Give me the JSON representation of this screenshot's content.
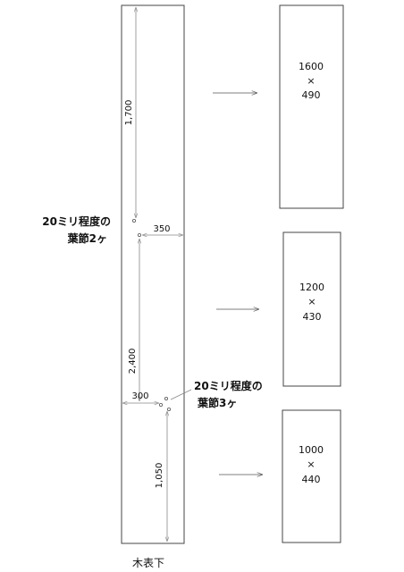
{
  "log": {
    "caption": "木表下",
    "dimensions": {
      "top_section": "1,700",
      "middle_section": "2,400",
      "bottom_section": "1,050",
      "upper_knot_offset": "350",
      "lower_knot_offset": "300"
    },
    "knot_notes": {
      "upper": [
        "20ミリ程度の",
        "葉節2ヶ"
      ],
      "lower": [
        "20ミリ程度の",
        "葉節3ヶ"
      ]
    }
  },
  "cut_pieces": [
    {
      "size_line1": "1600",
      "times": "×",
      "size_line2": "490"
    },
    {
      "size_line1": "1200",
      "times": "×",
      "size_line2": "430"
    },
    {
      "size_line1": "1000",
      "times": "×",
      "size_line2": "440"
    }
  ],
  "colors": {
    "line": "#444444",
    "dimension_line": "#888888",
    "text": "#111111"
  }
}
